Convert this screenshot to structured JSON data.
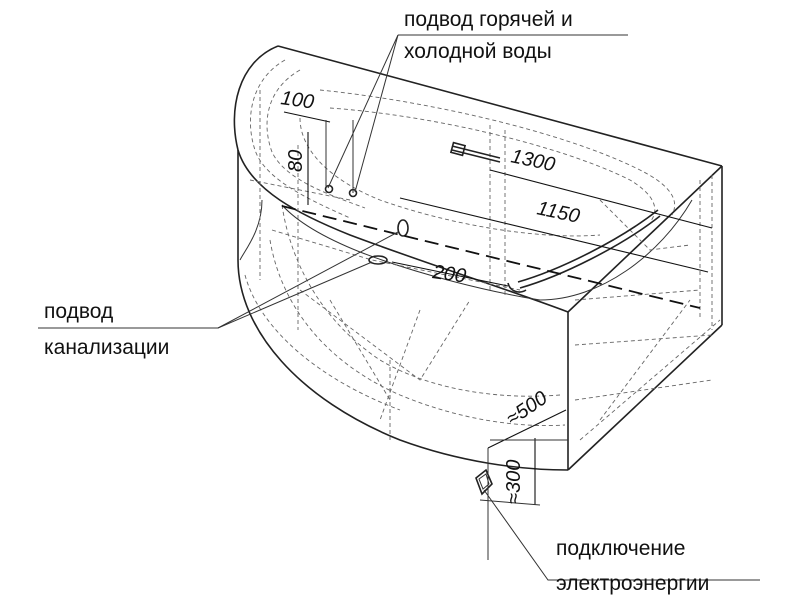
{
  "labels": {
    "water_supply": [
      "подвод горячей и",
      "холодной воды"
    ],
    "drain": [
      "подвод",
      "канализации"
    ],
    "power": [
      "подключение",
      "электроэнергии"
    ]
  },
  "dimensions": {
    "d100": "100",
    "d80": "80",
    "d1300": "1300",
    "d1150": "1150",
    "d200": "200",
    "d500": "≈500",
    "d300": "≈300"
  }
}
